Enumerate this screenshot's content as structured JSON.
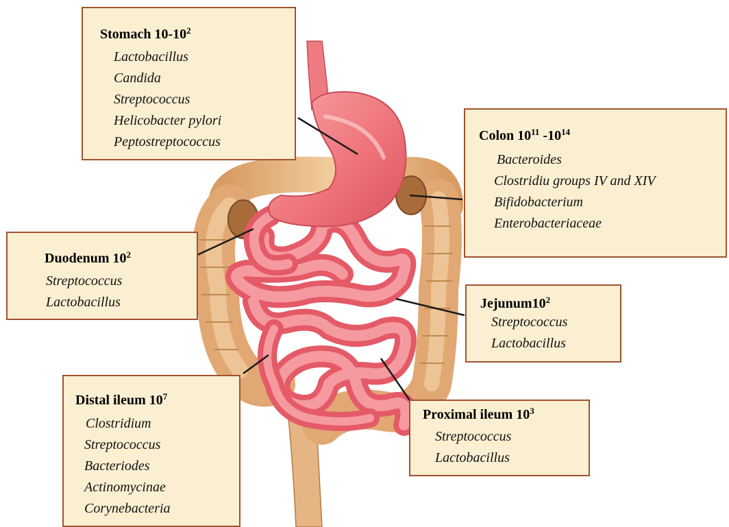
{
  "colors": {
    "box_fill": "#fbefd2",
    "box_border": "#a0522d",
    "gut_red": "#ef7f86",
    "colon_tan": "#e8b886",
    "leader_line": "#1a1a1a"
  },
  "labels": {
    "stomach": {
      "name": "Stomach",
      "count_base": "10-10",
      "count_exp": "2",
      "taxa": [
        "Lactobacillus",
        "Candida",
        "Streptococcus",
        "Helicobacter pylori",
        "Peptostreptococcus"
      ]
    },
    "colon": {
      "name": "Colon",
      "count_base": "10",
      "count_exp": "11",
      "count_sep": " -10",
      "count_exp2": "14",
      "taxa": [
        "Bacteroides",
        "Clostridiu groups IV and XIV",
        "Bifidobacterium",
        "Enterobacteriaceae"
      ]
    },
    "duodenum": {
      "name": "Duodenum",
      "count_base": "10",
      "count_exp": "2",
      "taxa": [
        "Streptococcus",
        "Lactobacillus"
      ]
    },
    "jejunum": {
      "name": "Jejunum",
      "count_base": "10",
      "count_exp": "2",
      "taxa": [
        "Streptococcus",
        "Lactobacillus"
      ]
    },
    "distal_ileum": {
      "name": "Distal ileum",
      "count_base": "10",
      "count_exp": "7",
      "taxa": [
        "Clostridium",
        "Streptococcus",
        "Bacteriodes",
        "Actinomycinae",
        "Corynebacteria"
      ]
    },
    "proximal_ileum": {
      "name": "Proximal ileum",
      "count_base": "10",
      "count_exp": "3",
      "taxa": [
        "Streptococcus",
        "Lactobacillus"
      ]
    }
  }
}
